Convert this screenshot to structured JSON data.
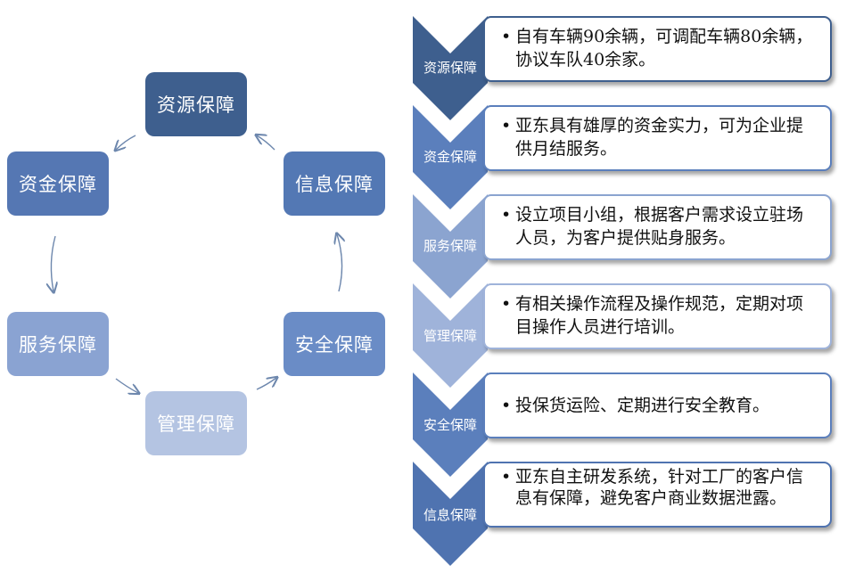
{
  "cycle": {
    "nodes": [
      {
        "label": "资源保障",
        "color": "#3e5f8e"
      },
      {
        "label": "信息保障",
        "color": "#5378b4"
      },
      {
        "label": "安全保障",
        "color": "#6a8cc6"
      },
      {
        "label": "管理保障",
        "color": "#b4c4e2"
      },
      {
        "label": "服务保障",
        "color": "#8aa3d2"
      },
      {
        "label": "资金保障",
        "color": "#5577b3"
      }
    ]
  },
  "list": {
    "items": [
      {
        "label": "资源保障",
        "text": "自有车辆90余辆，可调配车辆80余辆，协议车队40余家。",
        "color": "#3e5f8e"
      },
      {
        "label": "资金保障",
        "text": "亚东具有雄厚的资金实力，可为企业提供月结服务。",
        "color": "#5b7fbc"
      },
      {
        "label": "服务保障",
        "text": "设立项目小组，根据客户需求设立驻场人员，为客户提供贴身服务。",
        "color": "#8ba4d0"
      },
      {
        "label": "管理保障",
        "text": "有相关操作流程及操作规范，定期对项目操作人员进行培训。",
        "color": "#9fb3da"
      },
      {
        "label": "安全保障",
        "text": "投保货运险、定期进行安全教育。",
        "color": "#5b7fbc"
      },
      {
        "label": "信息保障",
        "text": "亚东自主研发系统，针对工厂的客户信息有保障，避免客户商业数据泄露。",
        "color": "#4f73b0"
      }
    ],
    "bullet": "•"
  }
}
